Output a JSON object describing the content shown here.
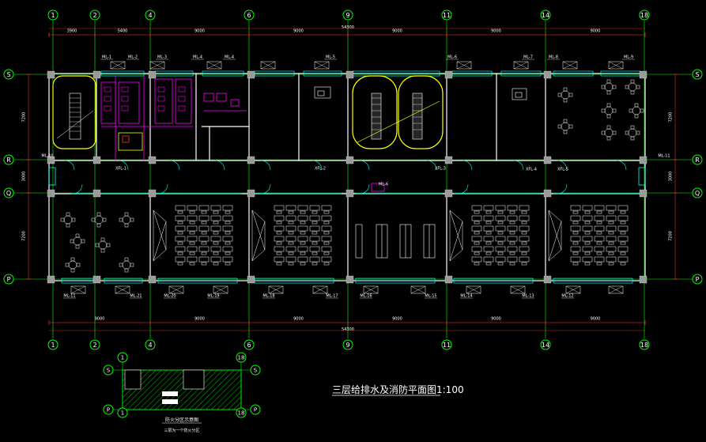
{
  "grid": {
    "columns": [
      "1",
      "2",
      "4",
      "6",
      "9",
      "11",
      "14",
      "18"
    ],
    "rows": [
      "S",
      "R",
      "Q",
      "P"
    ]
  },
  "dimensions": {
    "top_overall": "54300",
    "top_segments": [
      "3900",
      "5400",
      "9000",
      "9000",
      "9000",
      "9000",
      "9000"
    ],
    "bottom_overall": "54300",
    "bottom_segments": [
      "9000",
      "9000",
      "9000",
      "9000",
      "9000",
      "9000"
    ],
    "left_segments": [
      "7200",
      "3000",
      "7200"
    ],
    "right_segments": [
      "7200",
      "3000",
      "7200"
    ]
  },
  "window_tags_top": [
    "ML-1",
    "ML-2",
    "ML-3",
    "ML-4",
    "ML-4",
    "ML-5",
    "ML-6",
    "ML-7",
    "ML-8",
    "ML-9"
  ],
  "window_tags_bottom": [
    "ML-11",
    "ML-21",
    "ML-20",
    "ML-19",
    "ML-18",
    "ML-17",
    "ML-16",
    "ML-15",
    "ML-14",
    "ML-13",
    "ML-12"
  ],
  "corridor_tags": [
    "ML-10",
    "ML-11",
    "XFL-1",
    "XFL-2",
    "XFL-3",
    "XFL-4",
    "XFL-5",
    "ML-6"
  ],
  "main_title": "三层给排水及消防平面图1:100",
  "keyplan": {
    "columns": [
      "1",
      "18"
    ],
    "rows": [
      "S",
      "P"
    ],
    "title": "防火分区示意图",
    "note": "三层为一个防火分区"
  },
  "colors": {
    "background": "#000000",
    "grid_line": "#00ff00",
    "wall": "#ffffff",
    "column": "#9a9a9a",
    "window": "#00ffff",
    "plumbing": "#ff00ff",
    "stair": "#ffff00",
    "dimension": "#ff3333",
    "furniture": "#ffffff"
  }
}
